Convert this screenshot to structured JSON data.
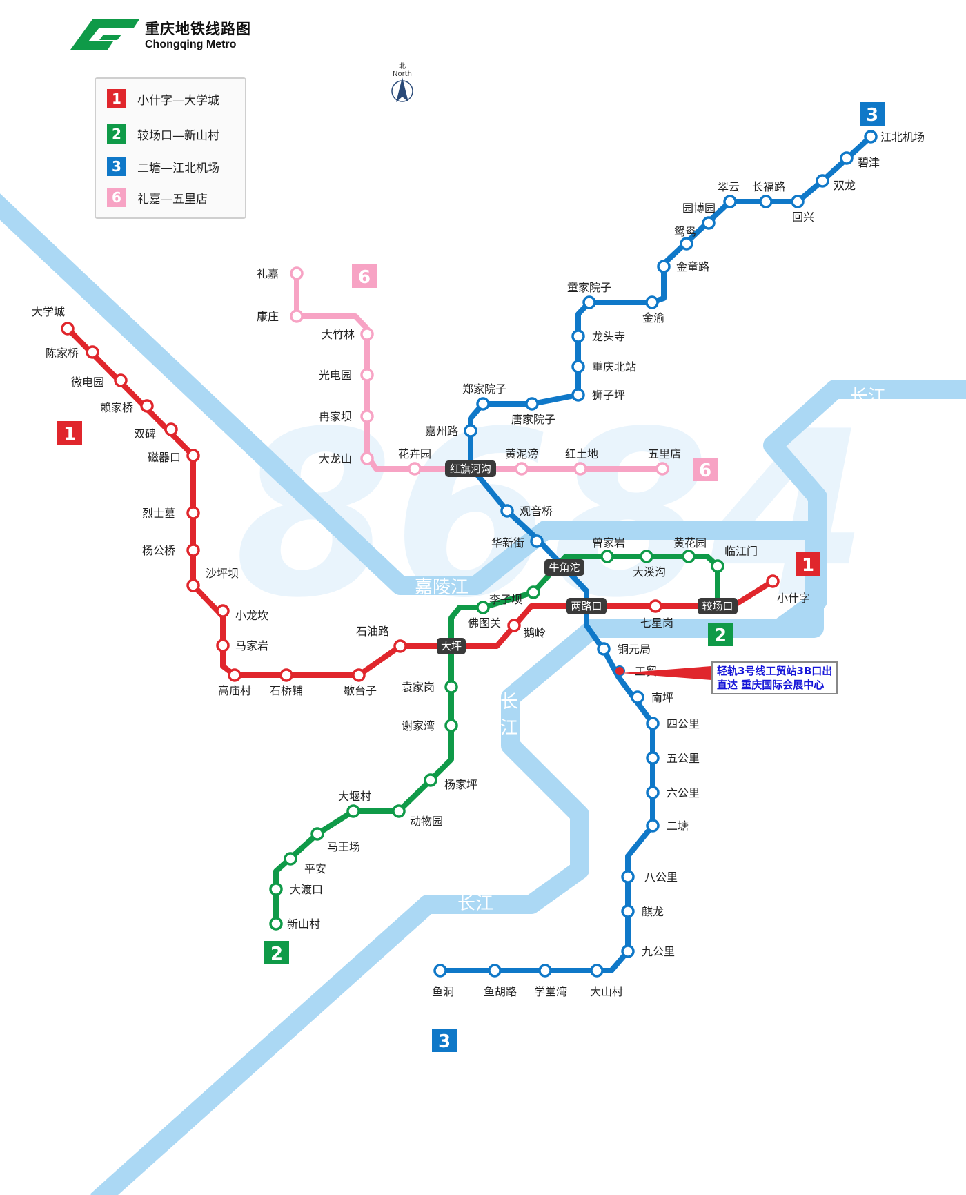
{
  "logo": {
    "title_cn": "重庆地铁线路图",
    "title_en": "Chongqing Metro"
  },
  "compass": {
    "cn": "北",
    "en": "North"
  },
  "watermark": "8684",
  "legend": [
    {
      "num": "1",
      "text": "小什字—大学城",
      "color": "#e0262c"
    },
    {
      "num": "2",
      "text": "较场口—新山村",
      "color": "#0f9a48"
    },
    {
      "num": "3",
      "text": "二塘—江北机场",
      "color": "#0f78c8"
    },
    {
      "num": "6",
      "text": "礼嘉—五里店",
      "color": "#f7a3c4"
    }
  ],
  "rivers": [
    {
      "label": "长江"
    },
    {
      "label": "长江"
    },
    {
      "label": "长江"
    },
    {
      "label": "嘉陵江"
    }
  ],
  "callout": {
    "line1": "轻轨3号线工贸站3B口出",
    "line2": "直达 重庆国际会展中心"
  },
  "badges": [
    {
      "num": "1",
      "color": "#e0262c"
    },
    {
      "num": "1",
      "color": "#e0262c"
    },
    {
      "num": "2",
      "color": "#0f9a48"
    },
    {
      "num": "2",
      "color": "#0f9a48"
    },
    {
      "num": "3",
      "color": "#0f78c8"
    },
    {
      "num": "3",
      "color": "#0f78c8"
    },
    {
      "num": "6",
      "color": "#f7a3c4"
    },
    {
      "num": "6",
      "color": "#f7a3c4"
    }
  ],
  "transfers": [
    "红旗河沟",
    "牛角沱",
    "两路口",
    "较场口",
    "大坪"
  ],
  "lines": [
    {
      "id": "line1",
      "color": "#e0262c",
      "stations": [
        "大学城",
        "陈家桥",
        "微电园",
        "赖家桥",
        "双碑",
        "磁器口",
        "烈士墓",
        "杨公桥",
        "沙坪坝",
        "小龙坎",
        "马家岩",
        "高庙村",
        "石桥铺",
        "歇台子",
        "石油路",
        "鹅岭",
        "七星岗",
        "小什字"
      ]
    },
    {
      "id": "line2",
      "color": "#0f9a48",
      "stations": [
        "临江门",
        "黄花园",
        "大溪沟",
        "曾家岩",
        "李子坝",
        "佛图关",
        "袁家岗",
        "谢家湾",
        "杨家坪",
        "动物园",
        "大堰村",
        "马王场",
        "平安",
        "大渡口",
        "新山村"
      ]
    },
    {
      "id": "line3",
      "color": "#0f78c8",
      "stations": [
        "江北机场",
        "碧津",
        "双龙",
        "回兴",
        "长福路",
        "翠云",
        "园博园",
        "鸳鸯",
        "金童路",
        "金渝",
        "童家院子",
        "龙头寺",
        "重庆北站",
        "狮子坪",
        "唐家院子",
        "郑家院子",
        "嘉州路",
        "观音桥",
        "华新街",
        "铜元局",
        "工贸",
        "南坪",
        "四公里",
        "五公里",
        "六公里",
        "二塘",
        "八公里",
        "麒龙",
        "九公里",
        "大山村",
        "学堂湾",
        "鱼胡路",
        "鱼洞"
      ]
    },
    {
      "id": "line6",
      "color": "#f7a3c4",
      "stations": [
        "礼嘉",
        "康庄",
        "大竹林",
        "光电园",
        "冉家坝",
        "大龙山",
        "花卉园",
        "黄泥滂",
        "红土地",
        "五里店"
      ]
    }
  ]
}
